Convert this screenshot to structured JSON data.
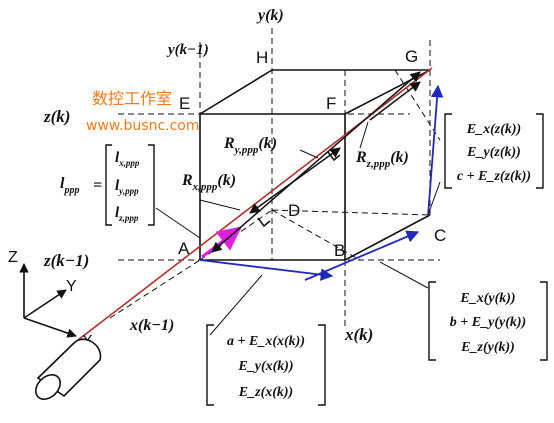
{
  "watermark": {
    "line1": "数控工作室",
    "line2": "www.busnc.com",
    "color": "#ff7a1a"
  },
  "colors": {
    "black": "#111111",
    "red_line": "#b03028",
    "blue_line": "#1f2bb8",
    "magenta_arrow": "#e020e0"
  },
  "axes": {
    "y_k": "y(k)",
    "y_k1": "y(k−1)",
    "z_k": "z(k)",
    "z_k1": "z(k−1)",
    "x_k": "x(k)",
    "x_k1": "x(k−1)"
  },
  "points": {
    "A": "A",
    "B": "B",
    "C": "C",
    "D": "D",
    "E": "E",
    "F": "F",
    "G": "G",
    "H": "H"
  },
  "frame_axes": {
    "Z": "Z",
    "Y": "Y",
    "X": "X"
  },
  "vectors": {
    "l_ppp_lhs": "l",
    "l_ppp_sub": "ppp",
    "l_ppp_rows": [
      "l",
      "l",
      "l"
    ],
    "l_ppp_row_subs": [
      "x,ppp",
      "y,ppp",
      "z,ppp"
    ],
    "R_x": "R",
    "R_x_sub": "x,ppp",
    "R_x_arg": "(k)",
    "R_y": "R",
    "R_y_sub": "y,ppp",
    "R_y_arg": "(k)",
    "R_z": "R",
    "R_z_sub": "z,ppp",
    "R_z_arg": "(k)"
  },
  "matrices": {
    "top_right": [
      "E_x(z(k))",
      "E_y(z(k))",
      "c + E_z(z(k))"
    ],
    "middle_right": [
      "E_x(y(k))",
      "b + E_y(y(k))",
      "E_z(y(k))"
    ],
    "bottom": [
      "a + E_x(x(k))",
      "E_y(x(k))",
      "E_z(x(k))"
    ]
  }
}
